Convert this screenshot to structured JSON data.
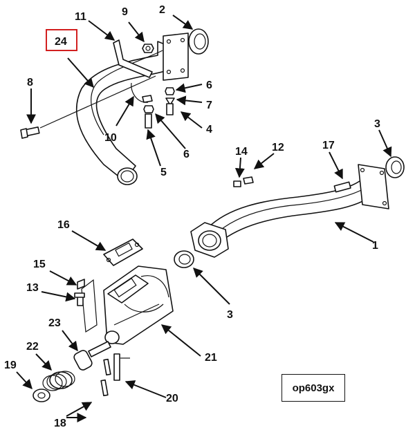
{
  "diagram": {
    "highlight_color": "#d21f1f",
    "reference_code": "op603gx",
    "callouts": [
      {
        "id": "c1",
        "text": "1"
      },
      {
        "id": "c2",
        "text": "2"
      },
      {
        "id": "c3a",
        "text": "3"
      },
      {
        "id": "c3b",
        "text": "3"
      },
      {
        "id": "c4",
        "text": "4"
      },
      {
        "id": "c5",
        "text": "5"
      },
      {
        "id": "c6a",
        "text": "6"
      },
      {
        "id": "c6b",
        "text": "6"
      },
      {
        "id": "c7",
        "text": "7"
      },
      {
        "id": "c8",
        "text": "8"
      },
      {
        "id": "c9",
        "text": "9"
      },
      {
        "id": "c10",
        "text": "10"
      },
      {
        "id": "c11",
        "text": "11"
      },
      {
        "id": "c12",
        "text": "12"
      },
      {
        "id": "c13",
        "text": "13"
      },
      {
        "id": "c14",
        "text": "14"
      },
      {
        "id": "c15",
        "text": "15"
      },
      {
        "id": "c16",
        "text": "16"
      },
      {
        "id": "c17",
        "text": "17"
      },
      {
        "id": "c18",
        "text": "18"
      },
      {
        "id": "c19",
        "text": "19"
      },
      {
        "id": "c20",
        "text": "20"
      },
      {
        "id": "c21",
        "text": "21"
      },
      {
        "id": "c22",
        "text": "22"
      },
      {
        "id": "c23",
        "text": "23"
      },
      {
        "id": "c24",
        "text": "24"
      }
    ]
  }
}
